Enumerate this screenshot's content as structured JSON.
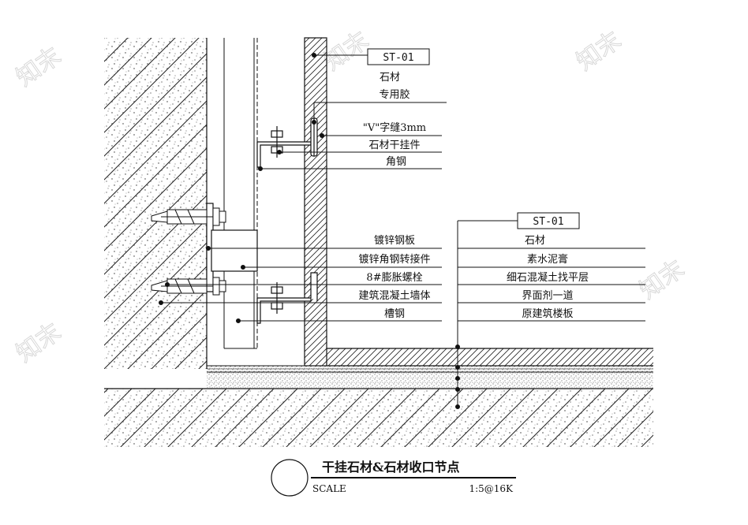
{
  "watermark": "知末",
  "tag_upper": "ST-01",
  "tag_lower": "ST-01",
  "labels_upper": {
    "stone": "石材",
    "glue": "专用胶",
    "v_joint": "\"V\"字缝3mm",
    "hanger": "石材干挂件",
    "angle_steel": "角钢"
  },
  "labels_middle": {
    "plate": "镀锌钢板",
    "connector": "镀锌角钢转接件",
    "bolt": "8#膨胀螺栓",
    "wall": "建筑混凝土墙体",
    "channel": "槽钢"
  },
  "labels_right": {
    "stone": "石材",
    "cement": "素水泥膏",
    "screed": "细石混凝土找平层",
    "interface": "界面剂一道",
    "slab": "原建筑楼板"
  },
  "title_block": {
    "title": "干挂石材&石材收口节点",
    "scale_label": "SCALE",
    "scale_value": "1:5@16K"
  }
}
